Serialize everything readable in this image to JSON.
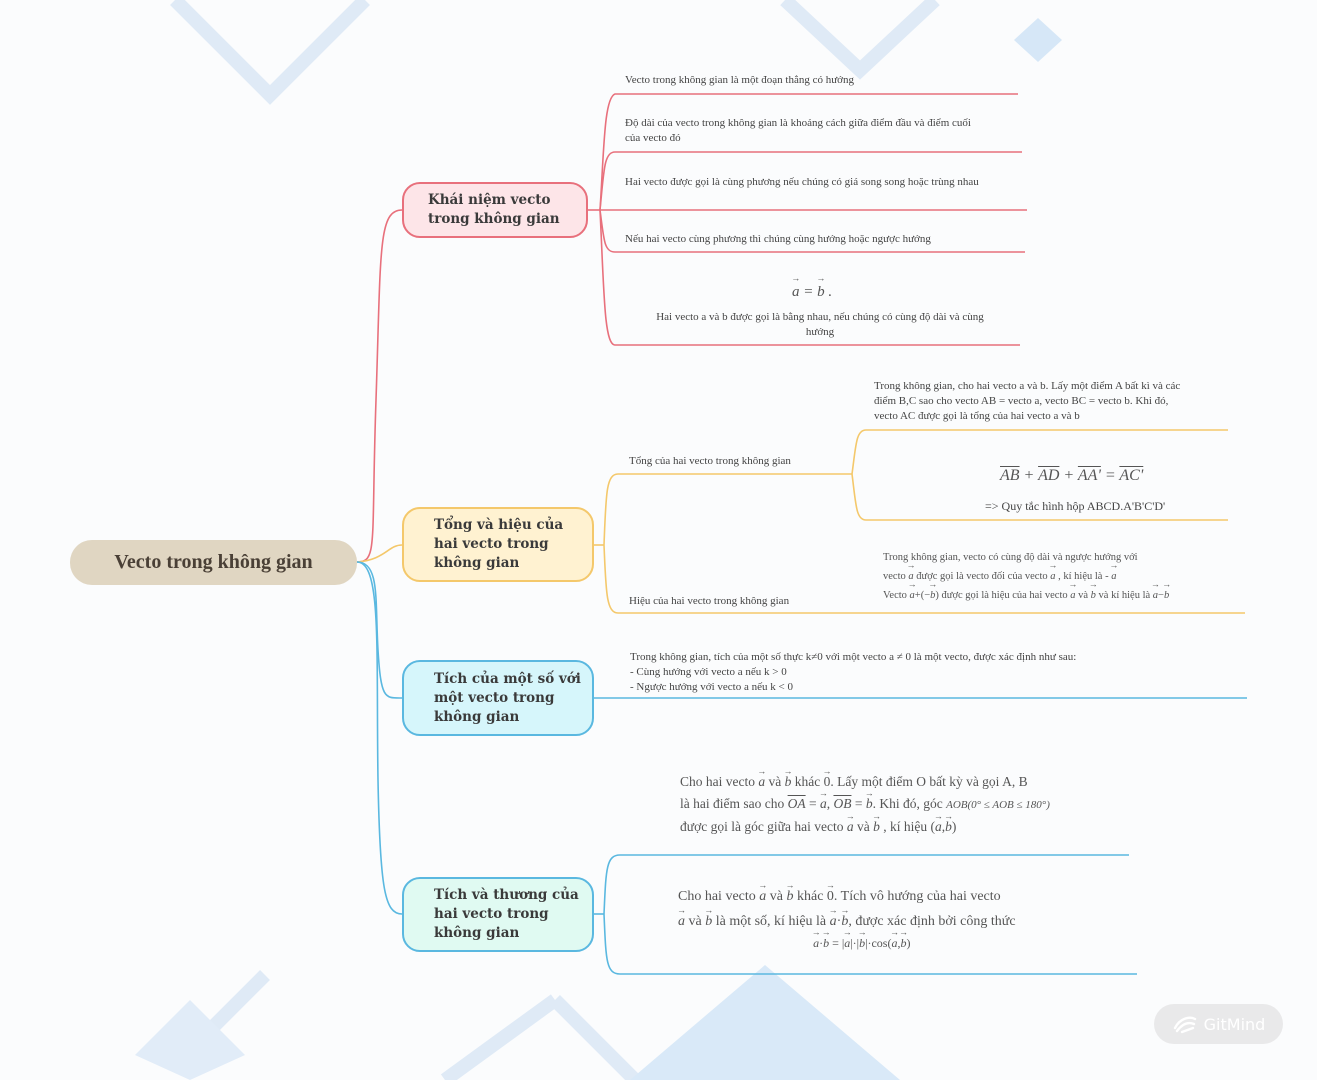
{
  "root": {
    "label": "Vecto trong không gian"
  },
  "topics": [
    {
      "label": "Khái niệm vecto\ntrong không gian",
      "color": "#e8707c",
      "fill": "#fde5e8"
    },
    {
      "label": "Tổng và hiệu của\nhai vecto trong\nkhông gian",
      "color": "#f4c86b",
      "fill": "#fff2d1"
    },
    {
      "label": "Tích của một số với\nmột vecto trong\nkhông gian",
      "color": "#5ab8e0",
      "fill": "#d6f6fb"
    },
    {
      "label": "Tích và thương của\nhai vecto trong\nkhông gian",
      "color": "#5ab8e0",
      "fill": "#e0faf2"
    }
  ],
  "concept_items": [
    "Vecto trong không gian là một đoạn thẳng có hướng",
    "Độ dài của vecto trong không gian là khoảng cách giữa điểm đầu và điểm cuối\ncủa vecto đó",
    "Hai vecto được gọi là cùng phương nếu chúng có giá song song hoặc trùng nhau",
    "Nếu hai vecto cùng phương thì chúng cùng hướng hoặc ngược hướng",
    "Hai vecto a và b được gọi là bằng nhau, nếu chúng có cùng độ dài và cùng\nhướng"
  ],
  "sum_diff": {
    "sum_label": "Tổng của hai vecto trong không gian",
    "sum_text": "Trong không gian, cho hai vecto a và b. Lấy một điểm A bất kì và các\nđiểm B,C sao cho vecto AB = vecto a, vecto BC = vecto b. Khi đó,\nvecto AC được gọi là tổng của hai vecto a và b",
    "sum_rule": "=> Quy tắc hình hộp ABCD.A'B'C'D'",
    "diff_label": "Hiệu của hai vecto trong không gian",
    "diff_line1": "Trong không gian, vecto có cùng độ dài và ngược hướng với"
  },
  "scalar_text": "Trong không gian, tích của một số thực k≠0 với một vecto a ≠ 0 là một vecto, được xác định như sau:\n- Cùng hướng với vecto a nếu k > 0\n- Ngược hướng với vecto a nếu k < 0",
  "dot_items": {
    "angle_l2_b": ". Khi đó, góc",
    "angle_l3": "được gọi là góc giữa hai vecto",
    "dot_l1": "Cho hai vecto",
    "dot_l1b": "khác",
    "dot_l1c": ". Tích vô hướng của hai vecto",
    "dot_l2b": "là một số, kí hiệu là",
    "dot_l2c": ", được xác định bởi công thức"
  },
  "watermark": "GitMind"
}
